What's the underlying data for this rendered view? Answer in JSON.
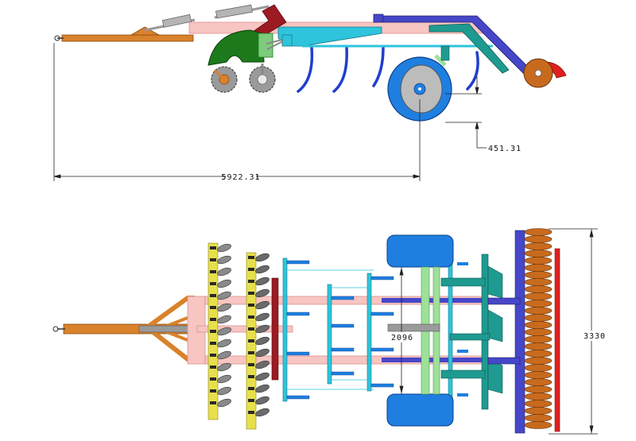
{
  "dimensions": {
    "overall_length": "5922.31",
    "working_depth": "451.31",
    "wheel_track": "2096",
    "overall_width": "3330"
  },
  "colors": {
    "hitch": "#d9822b",
    "frame": "#f7c5c2",
    "frame_edge": "#d98f8a",
    "cyan": "#2ec4dc",
    "blue": "#1f7fe0",
    "purple": "#4646c8",
    "teal": "#1f9a90",
    "green": "#1c7a1c",
    "maroon": "#9c1a22",
    "red": "#e02020",
    "disc": "#8a8a8a",
    "disc_yellow": "#e7e04a",
    "roller": "#c86a1e",
    "light_green": "#9ee09a",
    "line": "#222222"
  }
}
